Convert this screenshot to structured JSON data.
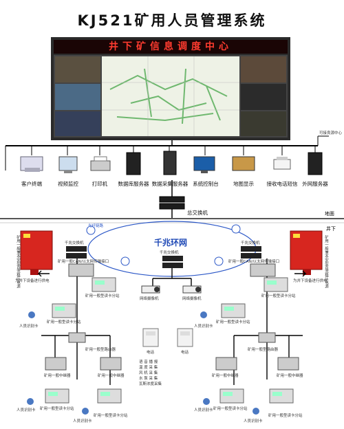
{
  "title": "KJ521矿用人员管理系统",
  "screen_banner": "井下矿信息调度中心",
  "top_right_note": "可接良源中心",
  "surface_devices": [
    "客户终端",
    "视频监控",
    "打印机",
    "数据库服务器",
    "数据采集服务器",
    "系统控制台",
    "地图显示",
    "接收电话短信",
    "外网服务器"
  ],
  "core_switch": "总交换机",
  "ground_label": "地面",
  "underground_label": "井下",
  "ring_label": "千兆环网",
  "ring_switches": [
    "千兆交换机",
    "千兆交换机",
    "千兆交换机"
  ],
  "ring_link_label": "光纤链路",
  "power_supply_left": "矿用一般兼本安型直流稳压电源",
  "power_supply_right": "矿用一般兼本安型直流稳压电源",
  "power_note_left": "为井下设备进行供电",
  "power_note_right": "为井下设备进行供电",
  "can_port_left": "矿用一般CAN/以太网传输接口",
  "can_port_right": "矿用一般CAN/以太网传输接口",
  "cameras_label": [
    "网络摄像机",
    "网络摄像机"
  ],
  "phone_label": "电话",
  "reader_label": "矿用一般型读卡分站",
  "router_label": "矿用一般型路由器",
  "relay_label": "矿用一般中继器",
  "card_label": "人员识别卡",
  "sensor_list": [
    "语 音 播 报",
    "温 度 采 集",
    "风 机 采 集",
    "水 泵 采 集",
    "瓦斯浓度采集"
  ]
}
